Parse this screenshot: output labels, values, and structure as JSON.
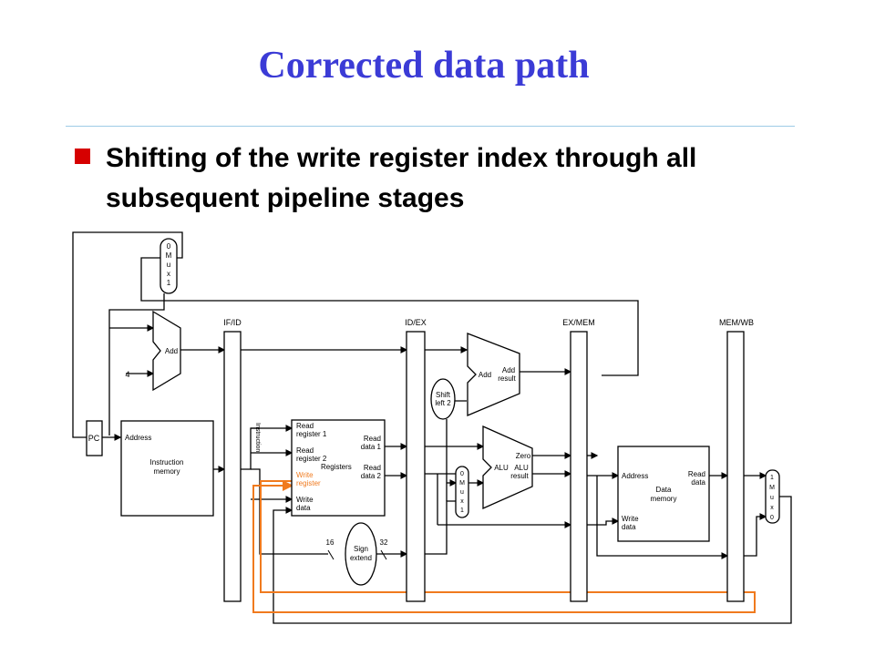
{
  "slide": {
    "title": "Corrected data path",
    "bullet": "Shifting of the write register index through all subsequent pipeline stages"
  },
  "diagram": {
    "registers": {
      "if_id": "IF/ID",
      "id_ex": "ID/EX",
      "ex_mem": "EX/MEM",
      "mem_wb": "MEM/WB"
    },
    "pc": "PC",
    "add_if": "Add",
    "const_4": "4",
    "mux_pc": [
      "0",
      "M",
      "u",
      "x",
      "1"
    ],
    "instruction_memory": {
      "address": "Address",
      "name_line1": "Instruction",
      "name_line2": "memory"
    },
    "register_file": {
      "read_reg1_line1": "Read",
      "read_reg1_line2": "register 1",
      "read_reg2_line1": "Read",
      "read_reg2_line2": "register 2",
      "write_reg_line1": "Write",
      "write_reg_line2": "register",
      "write_data_line1": "Write",
      "write_data_line2": "data",
      "name": "Registers",
      "read_data1_line1": "Read",
      "read_data1_line2": "data 1",
      "read_data2_line1": "Read",
      "read_data2_line2": "data 2"
    },
    "instr_field": "Instruction",
    "shift_left_line1": "Shift",
    "shift_left_line2": "left 2",
    "add_ex": {
      "add": "Add",
      "result_line1": "Add",
      "result_line2": "result"
    },
    "mux_alu": [
      "0",
      "M",
      "u",
      "x",
      "1"
    ],
    "alu": {
      "zero": "Zero",
      "name": "ALU",
      "result_line1": "ALU",
      "result_line2": "result"
    },
    "sign_extend": {
      "line1": "Sign",
      "line2": "extend",
      "in_bits": "16",
      "out_bits": "32"
    },
    "data_memory": {
      "address": "Address",
      "read_data_line1": "Read",
      "read_data_line2": "data",
      "name_line1": "Data",
      "name_line2": "memory",
      "write_data_line1": "Write",
      "write_data_line2": "data"
    },
    "mux_wb": [
      "1",
      "M",
      "u",
      "x",
      "0"
    ],
    "colors": {
      "highlight": "#f07a1e",
      "wire": "#000000"
    }
  }
}
